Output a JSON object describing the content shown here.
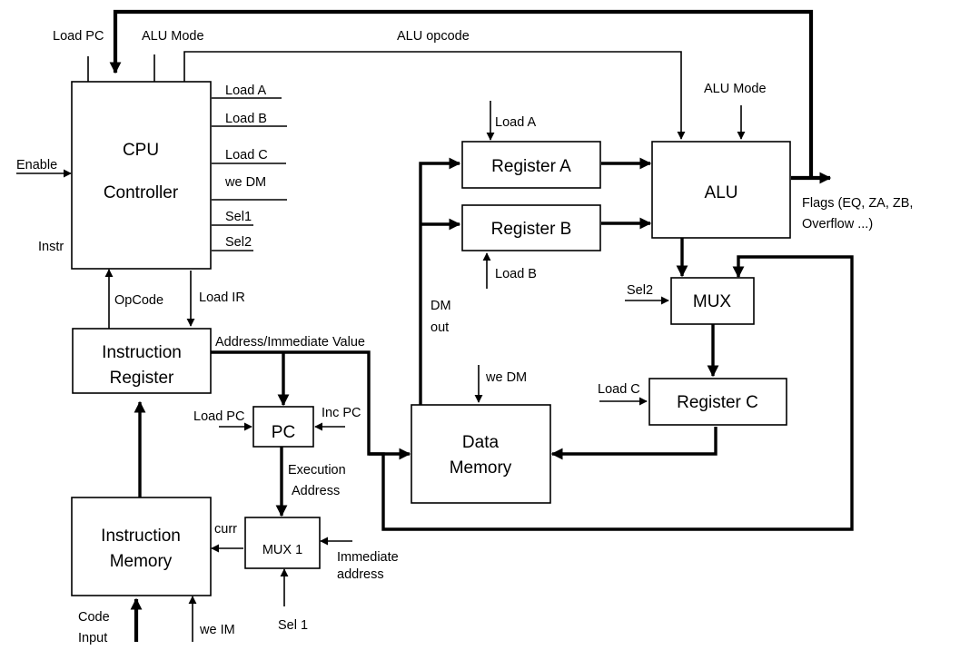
{
  "blocks": {
    "cpu_controller": [
      "CPU",
      "Controller"
    ],
    "instruction_register": [
      "Instruction",
      "Register"
    ],
    "instruction_memory": [
      "Instruction",
      "Memory"
    ],
    "pc": "PC",
    "mux1": "MUX 1",
    "register_a": "Register A",
    "register_b": "Register B",
    "alu": "ALU",
    "mux": "MUX",
    "register_c": "Register C",
    "data_memory": [
      "Data",
      "Memory"
    ]
  },
  "signals": {
    "load_pc_top": "Load PC",
    "alu_mode_top": "ALU Mode",
    "alu_opcode": "ALU opcode",
    "alu_mode_alu": "ALU Mode",
    "enable": "Enable",
    "instr_partial": "Instr",
    "ctrl_outputs": [
      "Load A",
      "Load B",
      "Load C",
      "we DM",
      "Sel1",
      "Sel2"
    ],
    "load_a": "Load A",
    "load_b": "Load B",
    "flags": [
      "Flags (EQ, ZA, ZB,",
      "Overflow ...)"
    ],
    "opcode": "OpCode",
    "load_ir": "Load IR",
    "dm_out": [
      "DM",
      "out"
    ],
    "sel2": "Sel2",
    "address_immediate": "Address/Immediate Value",
    "load_pc": "Load PC",
    "inc_pc": "Inc PC",
    "we_dm": "we DM",
    "load_c": "Load C",
    "execution_address": [
      "Execution",
      "Address"
    ],
    "curr": "curr",
    "immediate_address": [
      "Immediate",
      "address"
    ],
    "sel1": "Sel 1",
    "code_input": [
      "Code",
      "Input"
    ],
    "we_im": "we IM"
  }
}
